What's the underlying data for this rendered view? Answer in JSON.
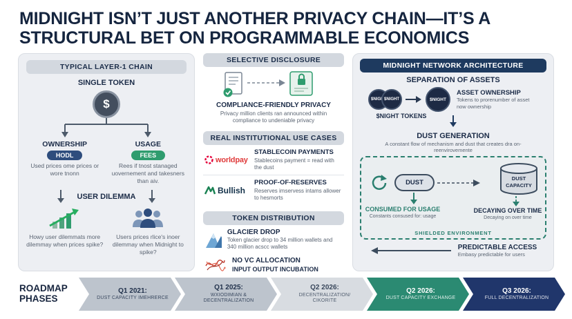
{
  "title": "MIDNIGHT ISN’T JUST ANOTHER PRIVACY CHAIN—IT’S A STRUCTURAL BET ON PROGRAMMABLE ECONOMICS",
  "colors": {
    "navy": "#1e3a5f",
    "teal": "#2a7f6f",
    "green_badge": "#2f9c6e",
    "hodl_blue": "#2e4d7d",
    "panel_bg": "#edeff3",
    "timeline": [
      "#bdc4cd",
      "#bdc4cd",
      "#d8dce1",
      "#2b8a72",
      "#20366b"
    ]
  },
  "left_panel": {
    "header": "TYPICAL LAYER-1 CHAIN",
    "single_token_label": "SINGLE TOKEN",
    "coin_symbol": "$",
    "ownership": {
      "label": "OWNERSHIP",
      "badge": "HODL",
      "caption": "Used prices ome prices or wore tnonn"
    },
    "usage": {
      "label": "USAGE",
      "badge": "FEES",
      "caption": "Rees if tnost stanaged uovernement and takesners than aiv."
    },
    "dilemma": {
      "heading": "USER DILEMMA",
      "left_caption": "Howy user dilemmats more dilemmay when prices spike?",
      "right_caption": "Users prices rlice's inoer dilemmay when Midnight to spike?"
    }
  },
  "middle": {
    "selective_disclosure": {
      "header": "SELECTIVE DISCLOSURE",
      "title": "COMPLIANCE-FRIENDLY PRIVACY",
      "caption": "Privacy million clients ran announced within compliance to undeniable privacy"
    },
    "use_cases": {
      "header": "REAL INSTITUTIONAL USE CASES",
      "worldpay": {
        "logo": "worldpay",
        "title": "STABLECOIN PAYMENTS",
        "caption": "Stablecoins payment = read with the dust"
      },
      "bullish": {
        "logo": "Bullish",
        "title": "PROOF-OF-RESERVES",
        "caption": "Reserves imservess intams allower to hesmorts"
      }
    },
    "token_distribution": {
      "header": "TOKEN DISTRIBUTION",
      "glacier": {
        "title": "GLACIER DROP",
        "caption": "Token glacier drop to 34 million wallets and 340 million acscc wallets"
      },
      "no_vc": {
        "title": "NO VC ALLOCATION",
        "subtitle": "INPUT OUTPUT INCUBATION"
      }
    }
  },
  "right_panel": {
    "header": "MIDNIGHT NETWORK ARCHITECTURE",
    "separation": {
      "heading": "SEPARATION OF ASSETS",
      "coin_label": "$NIGHT",
      "tokens_label": "$NIGHT TOKENS",
      "asset_ownership_title": "ASSET OWNERSHIP",
      "asset_ownership_caption": "Tokens to prorenumber of asset now ownership"
    },
    "dust": {
      "heading": "DUST GENERATION",
      "caption": "A constant flow of mechanism and dust that creates dra on-reenvirovemente",
      "dust_label": "DUST",
      "capacity_line1": "DUST",
      "capacity_line2": "CAPACITY",
      "consumed_title": "CONSUMED FOR USAGE",
      "consumed_caption": "Constants consused for: usage",
      "decaying_title": "DECAYING OVER TIME",
      "decaying_caption": "Decaying on over time",
      "shielded_label": "SHIELDED ENVIRONMENT"
    },
    "predictable": {
      "title": "PREDICTABLE ACCESS",
      "caption": "Embasy predictable for users"
    }
  },
  "timeline": {
    "label_line1": "ROADMAP",
    "label_line2": "PHASES",
    "phases": [
      {
        "quarter": "Q1 2021:",
        "desc": "DUST CAPACITY IMEHRERCE"
      },
      {
        "quarter": "Q1 2025:",
        "desc": "WXIODIMIAN & DECENTRALIZATION"
      },
      {
        "quarter": "Q2 2026:",
        "desc": "DECENTRALIZATION/ CIKORITE"
      },
      {
        "quarter": "Q2 2026:",
        "desc": "DUST CAPACITY EXCHANGE"
      },
      {
        "quarter": "Q3 2026:",
        "desc": "FULL DECENTRALIZATION"
      }
    ]
  }
}
